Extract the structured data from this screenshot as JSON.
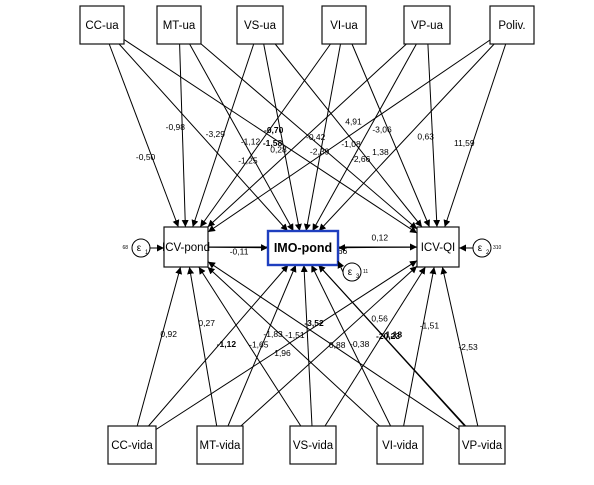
{
  "nodes": [
    {
      "id": "CC-ua",
      "label": "CC-ua"
    },
    {
      "id": "MT-ua",
      "label": "MT-ua"
    },
    {
      "id": "VS-ua",
      "label": "VS-ua"
    },
    {
      "id": "VI-ua",
      "label": "VI-ua"
    },
    {
      "id": "VP-ua",
      "label": "VP-ua"
    },
    {
      "id": "Poliv",
      "label": "Poliv."
    },
    {
      "id": "ICV-pond",
      "label": "ICV-pond"
    },
    {
      "id": "IMO-pond",
      "label": "IMO-pond"
    },
    {
      "id": "ICV-QI",
      "label": "ICV-QI"
    },
    {
      "id": "CC-vida",
      "label": "CC-vida"
    },
    {
      "id": "MT-vida",
      "label": "MT-vida"
    },
    {
      "id": "VS-vida",
      "label": "VS-vida"
    },
    {
      "id": "VI-vida",
      "label": "VI-vida"
    },
    {
      "id": "VP-vida",
      "label": "VP-vida"
    }
  ],
  "edges": [
    {
      "from": "CC-ua",
      "to": "ICV-pond",
      "label": "-0,50",
      "bold": false
    },
    {
      "from": "CC-ua",
      "to": "IMO-pond",
      "label": "",
      "bold": false
    },
    {
      "from": "CC-ua",
      "to": "ICV-QI",
      "label": "-1,58",
      "bold": true
    },
    {
      "from": "MT-ua",
      "to": "ICV-pond",
      "label": "-0,98",
      "bold": false
    },
    {
      "from": "MT-ua",
      "to": "IMO-pond",
      "label": "-1,25",
      "bold": false
    },
    {
      "from": "MT-ua",
      "to": "ICV-QI",
      "label": "-2,39",
      "bold": false
    },
    {
      "from": "VS-ua",
      "to": "ICV-pond",
      "label": "-3,29",
      "bold": false
    },
    {
      "from": "VS-ua",
      "to": "IMO-pond",
      "label": "-0,70",
      "bold": true
    },
    {
      "from": "VS-ua",
      "to": "ICV-QI",
      "label": "-2,66",
      "bold": false
    },
    {
      "from": "VI-ua",
      "to": "ICV-pond",
      "label": "-1,12",
      "bold": false
    },
    {
      "from": "VI-ua",
      "to": "IMO-pond",
      "label": "-0,42",
      "bold": false
    },
    {
      "from": "VI-ua",
      "to": "ICV-QI",
      "label": "-3,06",
      "bold": false
    },
    {
      "from": "VP-ua",
      "to": "ICV-pond",
      "label": "0,28",
      "bold": false
    },
    {
      "from": "VP-ua",
      "to": "IMO-pond",
      "label": "-1,08",
      "bold": false
    },
    {
      "from": "VP-ua",
      "to": "ICV-QI",
      "label": "0,63",
      "bold": false
    },
    {
      "from": "Poliv",
      "to": "ICV-pond",
      "label": "4,91",
      "bold": false
    },
    {
      "from": "Poliv",
      "to": "IMO-pond",
      "label": "1,38",
      "bold": false
    },
    {
      "from": "Poliv",
      "to": "ICV-QI",
      "label": "11,59",
      "bold": false
    },
    {
      "from": "ICV-pond",
      "to": "IMO-pond",
      "label": "-0,11",
      "bold": false
    },
    {
      "from": "ICV-QI",
      "to": "IMO-pond",
      "label": "0,12",
      "bold": false
    },
    {
      "from": "ICV-pond",
      "to": "ICV-QI",
      "label": "-0,66",
      "bold": false
    },
    {
      "from": "CC-vida",
      "to": "ICV-pond",
      "label": "0,92",
      "bold": false
    },
    {
      "from": "CC-vida",
      "to": "IMO-pond",
      "label": "-1,12",
      "bold": true
    },
    {
      "from": "CC-vida",
      "to": "ICV-QI",
      "label": "1,96",
      "bold": false
    },
    {
      "from": "MT-vida",
      "to": "ICV-pond",
      "label": "0,27",
      "bold": false
    },
    {
      "from": "MT-vida",
      "to": "IMO-pond",
      "label": "-1,83",
      "bold": false
    },
    {
      "from": "MT-vida",
      "to": "ICV-QI",
      "label": "0,88",
      "bold": false
    },
    {
      "from": "VS-vida",
      "to": "ICV-pond",
      "label": "-1,65",
      "bold": false
    },
    {
      "from": "VS-vida",
      "to": "IMO-pond",
      "label": "-3,52",
      "bold": true
    },
    {
      "from": "VS-vida",
      "to": "ICV-QI",
      "label": "-20,23",
      "bold": true
    },
    {
      "from": "VI-vida",
      "to": "ICV-pond",
      "label": "-1,51",
      "bold": false
    },
    {
      "from": "VI-vida",
      "to": "IMO-pond",
      "label": "-0,38",
      "bold": false
    },
    {
      "from": "VI-vida",
      "to": "ICV-QI",
      "label": "-1,51",
      "bold": false
    },
    {
      "from": "VP-vida",
      "to": "ICV-pond",
      "label": "",
      "bold": false
    },
    {
      "from": "VP-vida",
      "to": "IMO-pond",
      "label": "1,18",
      "bold": true
    },
    {
      "from": "VP-vida",
      "to": "ICV-QI",
      "label": "-2,53",
      "bold": false
    },
    {
      "from": "VP-vida",
      "to": "IMO-pond",
      "label": "0,56",
      "bold": false
    }
  ],
  "errors": [
    {
      "target": "ICV-pond",
      "symbol": "ε",
      "index": "1",
      "value": "68"
    },
    {
      "target": "IMO-pond",
      "symbol": "ε",
      "index": "3",
      "value": "11"
    },
    {
      "target": "ICV-QI",
      "symbol": "ε",
      "index": "2",
      "value": "310"
    }
  ],
  "colors": {
    "line": "#000000",
    "highlight_border": "#1f3fbf"
  }
}
